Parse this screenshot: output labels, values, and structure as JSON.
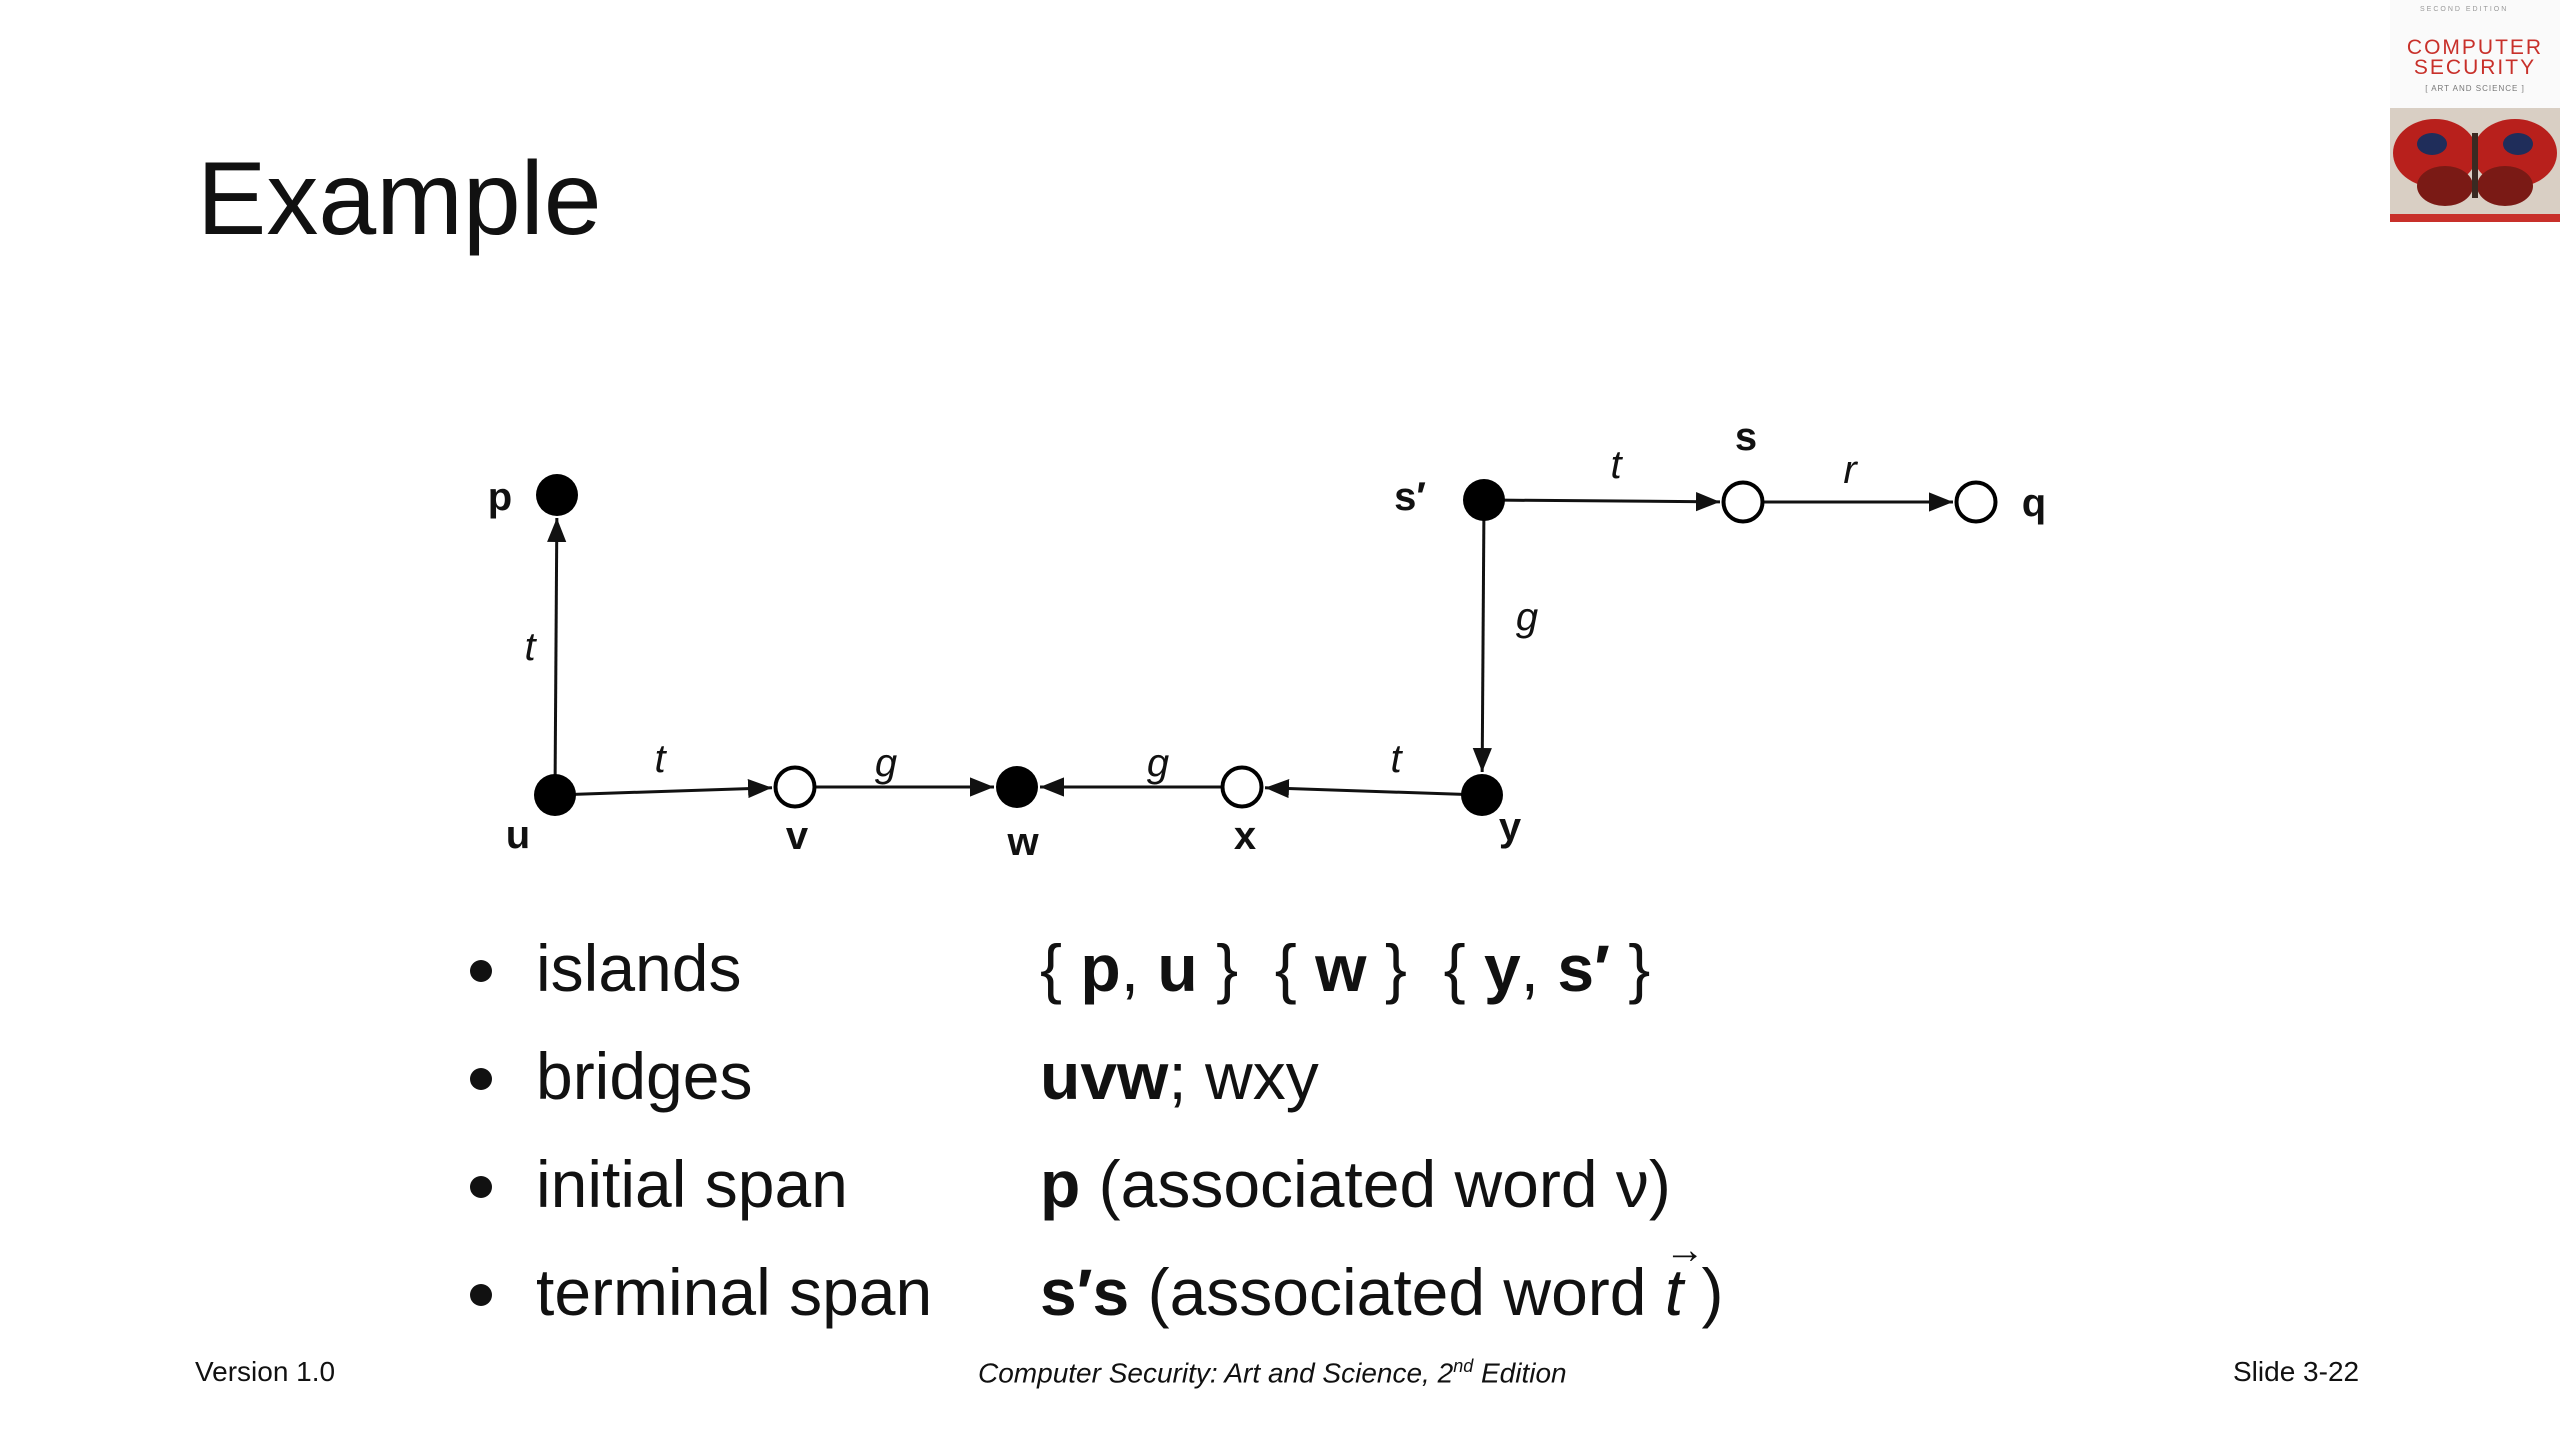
{
  "slide": {
    "title": "Example",
    "footer": {
      "version": "Version 1.0",
      "book_title": "Computer Security: Art and Science, 2",
      "book_title_sup": "nd",
      "book_title_end": " Edition",
      "slide_number": "Slide 3-22"
    },
    "cover": {
      "edition": "SECOND EDITION",
      "title_line1": "COMPUTER",
      "title_line2": "SECURITY",
      "subtitle": "[ ART AND SCIENCE ]",
      "colors": {
        "title": "#c8302a",
        "banner": "#c8302a"
      }
    }
  },
  "graph": {
    "nodes": [
      {
        "id": "p",
        "label": "p",
        "filled": true
      },
      {
        "id": "u",
        "label": "u",
        "filled": true
      },
      {
        "id": "v",
        "label": "v",
        "filled": false
      },
      {
        "id": "w",
        "label": "w",
        "filled": true
      },
      {
        "id": "x",
        "label": "x",
        "filled": false
      },
      {
        "id": "y",
        "label": "y",
        "filled": true
      },
      {
        "id": "s_prime",
        "label": "s′",
        "filled": true
      },
      {
        "id": "s",
        "label": "s",
        "filled": false
      },
      {
        "id": "q",
        "label": "q",
        "filled": false
      }
    ],
    "edges": [
      {
        "from": "u",
        "to": "p",
        "label": "t"
      },
      {
        "from": "u",
        "to": "v",
        "label": "t"
      },
      {
        "from": "v",
        "to": "w",
        "label": "g"
      },
      {
        "from": "x",
        "to": "w",
        "label": "g"
      },
      {
        "from": "y",
        "to": "x",
        "label": "t"
      },
      {
        "from": "s_prime",
        "to": "y",
        "label": "g"
      },
      {
        "from": "s_prime",
        "to": "s",
        "label": "t"
      },
      {
        "from": "s",
        "to": "q",
        "label": "r"
      }
    ]
  },
  "bullets": [
    {
      "term": "islands",
      "def_html": "{ <b>p</b>, <b>u</b> }&nbsp; { <b>w</b> }&nbsp; { <b>y</b>, <b>s′</b> }"
    },
    {
      "term": "bridges",
      "def_html": "<b>uvw</b>; wxy"
    },
    {
      "term": "initial span",
      "def_html": "<b>p</b> (associated word ν)"
    },
    {
      "term": "terminal span",
      "def_html": "<b>s′s</b> (associated word <span class=\"vec\"><span class=\"vec-arrow\">→</span>t</span> )"
    }
  ]
}
